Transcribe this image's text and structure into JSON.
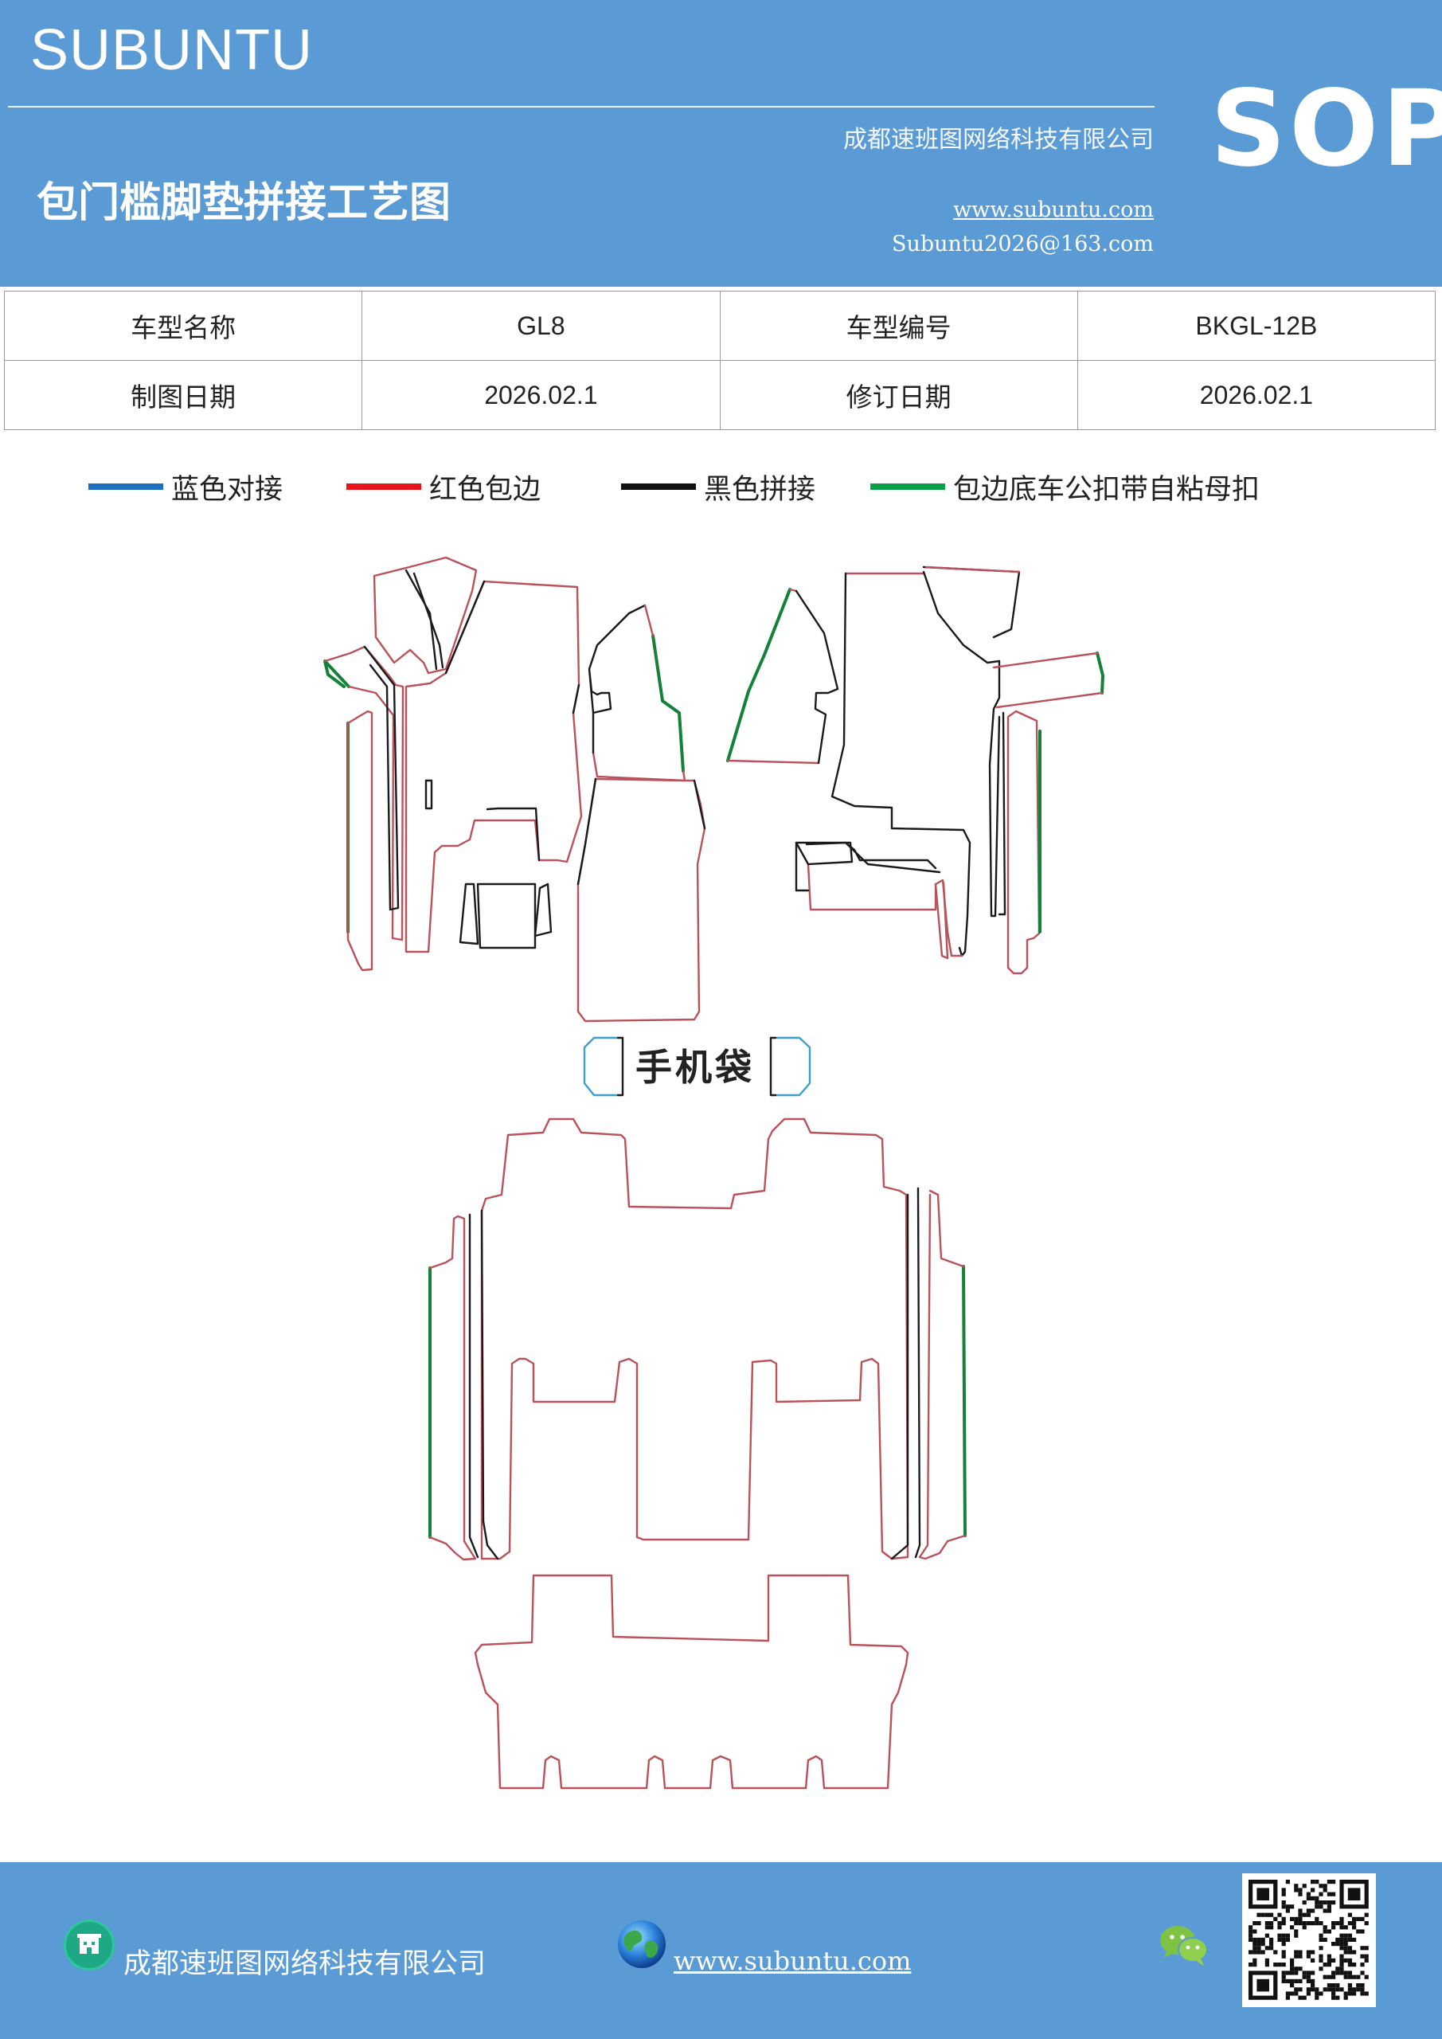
{
  "header": {
    "brand": "SUBUNTU",
    "company": "成都速班图网络科技有限公司",
    "title": "包门槛脚垫拼接工艺图",
    "website": "www.subuntu.com",
    "email": "Subuntu2026@163.com",
    "badge": "SOP"
  },
  "info_table": {
    "rows": [
      [
        {
          "label": "车型名称"
        },
        {
          "value": "GL8"
        },
        {
          "label": "车型编号"
        },
        {
          "value": "BKGL-12B"
        }
      ],
      [
        {
          "label": "制图日期"
        },
        {
          "value": "2026.02.1"
        },
        {
          "label": "修订日期"
        },
        {
          "value": "2026.02.1"
        }
      ]
    ]
  },
  "legend": [
    {
      "label": "蓝色对接",
      "color": "#1f6fbf"
    },
    {
      "label": "红色包边",
      "color": "#e8141c"
    },
    {
      "label": "黑色拼接",
      "color": "#111111"
    },
    {
      "label": "包边底车公扣带自粘母扣",
      "color": "#0aa04a"
    }
  ],
  "diagram": {
    "pocket_label": "手机袋",
    "colors": {
      "outline_red": "#b9525a",
      "outline_black": "#1a1a1a",
      "edge_green": "#14813a",
      "edge_blue": "#3b9fc9"
    }
  },
  "footer": {
    "company": "成都速班图网络科技有限公司",
    "website": "www.subuntu.com",
    "icons": [
      "building-icon",
      "globe-icon",
      "wechat-icon",
      "qr-code"
    ]
  },
  "colors": {
    "header_bg": "#5b9bd5",
    "footer_bg": "#5b9bd5"
  }
}
